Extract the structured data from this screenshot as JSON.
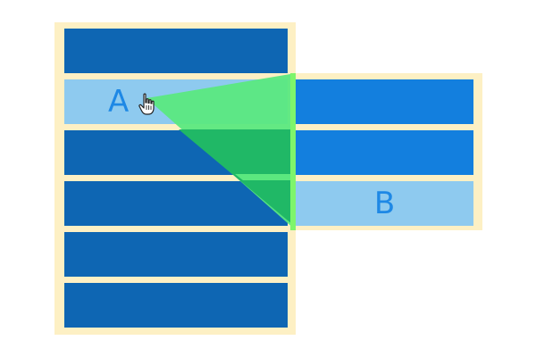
{
  "colors": {
    "frame": "#fdf0c4",
    "item": "#0e66b3",
    "item_active": "#8ecaef",
    "submenu_item": "#137fde",
    "label": "#1e88e5",
    "cone_light": "#5be87f",
    "cone_dark": "#20b866",
    "cone_edge": "#7ef56b"
  },
  "left_menu": {
    "items": [
      {
        "label": "",
        "state": "normal"
      },
      {
        "label": "A",
        "state": "active"
      },
      {
        "label": "",
        "state": "normal"
      },
      {
        "label": "",
        "state": "normal"
      },
      {
        "label": "",
        "state": "normal"
      },
      {
        "label": "",
        "state": "normal"
      }
    ]
  },
  "right_submenu": {
    "items": [
      {
        "label": "",
        "state": "normal"
      },
      {
        "label": "",
        "state": "normal"
      },
      {
        "label": "B",
        "state": "active"
      }
    ]
  },
  "overlay": {
    "type": "safe-triangle",
    "cursor_icon": "hand-pointer-icon"
  }
}
